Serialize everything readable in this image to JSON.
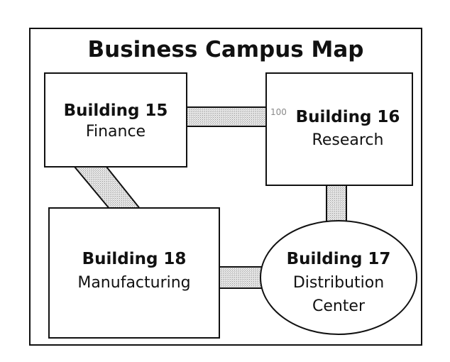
{
  "map": {
    "title": "Business Campus Map",
    "number_label": "100"
  },
  "buildings": {
    "b15": {
      "name": "Building 15",
      "dept": [
        "Finance"
      ]
    },
    "b16": {
      "name": "Building 16",
      "dept": [
        "Research"
      ]
    },
    "b17": {
      "name": "Building 17",
      "dept": [
        "Distribution",
        "Center"
      ]
    },
    "b18": {
      "name": "Building 18",
      "dept": [
        "Manufacturing"
      ]
    }
  },
  "walkways": [
    {
      "from": "Building 15",
      "to": "Building 16"
    },
    {
      "from": "Building 15",
      "to": "Building 18"
    },
    {
      "from": "Building 16",
      "to": "Building 17"
    },
    {
      "from": "Building 18",
      "to": "Building 17"
    }
  ],
  "colors": {
    "ink": "#111111",
    "walkway_fill": "#d9d9d9",
    "number_label": "#8a8a8a",
    "background": "#ffffff"
  }
}
